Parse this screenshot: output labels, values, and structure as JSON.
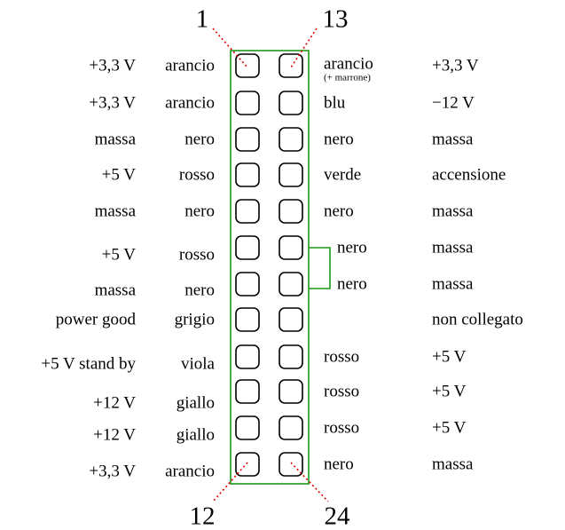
{
  "title_pins": {
    "top_left": "1",
    "top_right": "13",
    "bottom_left": "12",
    "bottom_right": "24"
  },
  "colors": {
    "outline": "#1a9a1a",
    "pointer": "#e00000",
    "pin": "#000000"
  },
  "left": [
    {
      "voltage": "+3,3 V",
      "wire": "arancio"
    },
    {
      "voltage": "+3,3 V",
      "wire": "arancio"
    },
    {
      "voltage": "massa",
      "wire": "nero"
    },
    {
      "voltage": "+5 V",
      "wire": "rosso"
    },
    {
      "voltage": "massa",
      "wire": "nero"
    },
    {
      "voltage": "+5 V",
      "wire": "rosso"
    },
    {
      "voltage": "massa",
      "wire": "nero"
    },
    {
      "voltage": "power good",
      "wire": "grigio"
    },
    {
      "voltage": "+5 V stand by",
      "wire": "viola"
    },
    {
      "voltage": "+12 V",
      "wire": "giallo"
    },
    {
      "voltage": "+12 V",
      "wire": "giallo"
    },
    {
      "voltage": "+3,3 V",
      "wire": "arancio"
    }
  ],
  "right": [
    {
      "wire": "arancio",
      "note": "(+ marrone)",
      "voltage": "+3,3 V"
    },
    {
      "wire": "blu",
      "voltage": "−12 V"
    },
    {
      "wire": "nero",
      "voltage": "massa"
    },
    {
      "wire": "verde",
      "voltage": "accensione"
    },
    {
      "wire": "nero",
      "voltage": "massa"
    },
    {
      "wire": "nero",
      "voltage": "massa"
    },
    {
      "wire": "nero",
      "voltage": "massa"
    },
    {
      "wire": "",
      "voltage": "non collegato"
    },
    {
      "wire": "rosso",
      "voltage": "+5 V"
    },
    {
      "wire": "rosso",
      "voltage": "+5 V"
    },
    {
      "wire": "rosso",
      "voltage": "+5 V"
    },
    {
      "wire": "nero",
      "voltage": "massa"
    }
  ]
}
